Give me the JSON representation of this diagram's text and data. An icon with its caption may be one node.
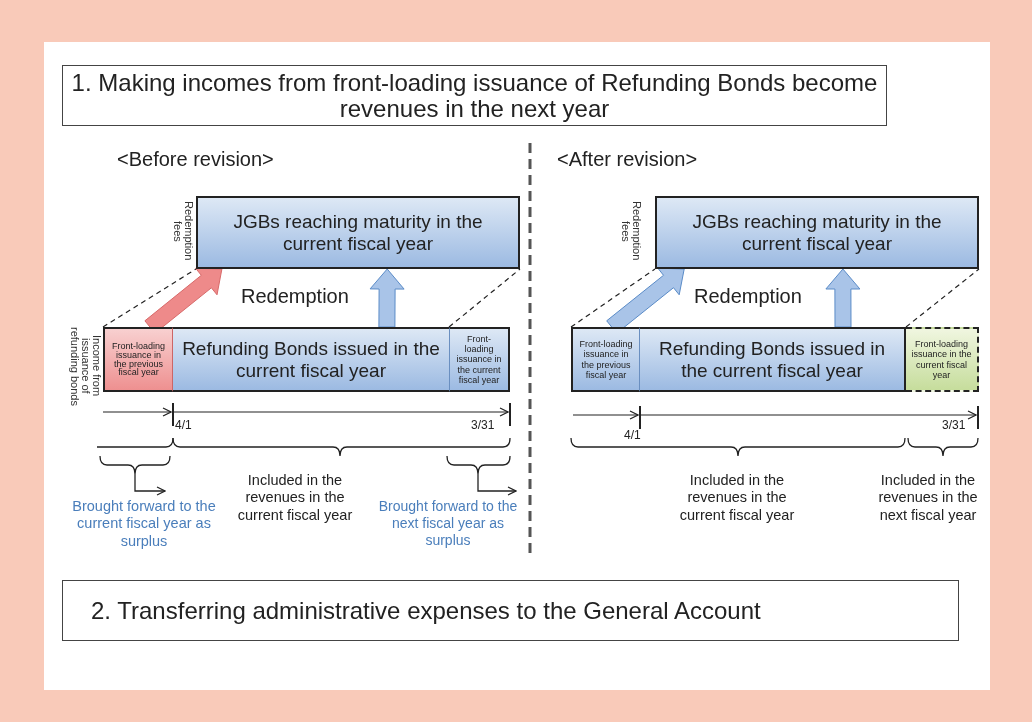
{
  "diagram": {
    "nodes": [
      {
        "text": [
          "1. Making incomes from front-loading issuance of Refunding Bonds become revenues in the next year"
        ]
      },
      {
        "text": [
          "JGBs reaching maturity in the current fiscal year"
        ],
        "beside": [
          "Redemption fees"
        ]
      },
      {
        "text": [
          "Front-loading issuance in the previous fiscal year"
        ],
        "beside": [
          "Income from issuance of refunding bonds"
        ]
      },
      {
        "text": [
          "Refunding Bonds issued in the current fiscal year"
        ]
      },
      {
        "text": [
          "Front-loading issuance in the current fiscal year"
        ]
      },
      {
        "text": [
          "JGBs reaching maturity in the current fiscal year"
        ],
        "beside": [
          "Redemption fees"
        ]
      },
      {
        "text": [
          "Front-loading issuance in the previous fiscal year"
        ]
      },
      {
        "text": [
          "Refunding Bonds issued in the current fiscal year"
        ]
      },
      {
        "text": [
          "Front-loading issuance in the current fiscal year"
        ]
      },
      {
        "text": [
          "2. Transferring administrative expenses to the General Account"
        ]
      }
    ],
    "edges": [
      {
        "from": 2,
        "to": 1,
        "arrow": "none",
        "style": "dashed"
      },
      {
        "from": 4,
        "to": 1,
        "arrow": "none",
        "style": "dashed"
      },
      {
        "from": 2,
        "to": 1,
        "arrow": "to",
        "style": "thick",
        "color": "#ee8a8a"
      },
      {
        "from": 3,
        "to": 1,
        "arrow": "to",
        "style": "thick"
      },
      {
        "from": 6,
        "to": 5,
        "arrow": "none",
        "style": "dashed"
      },
      {
        "from": 8,
        "to": 5,
        "arrow": "none",
        "style": "dashed"
      },
      {
        "from": 6,
        "to": 5,
        "arrow": "to",
        "style": "thick"
      },
      {
        "from": 7,
        "to": 5,
        "arrow": "to",
        "style": "thick"
      }
    ],
    "labels": [
      "<Before revision>",
      "Redemption",
      "4/1",
      "3/31",
      "Included in the revenues in the current fiscal year",
      "Brought forward to the current fiscal year as surplus",
      "Brought forward to the next fiscal year as surplus",
      "<After revision>",
      "Redemption",
      "4/1",
      "3/31",
      "Included in the revenues in the current fiscal year",
      "Included in the revenues in the next fiscal year"
    ]
  }
}
